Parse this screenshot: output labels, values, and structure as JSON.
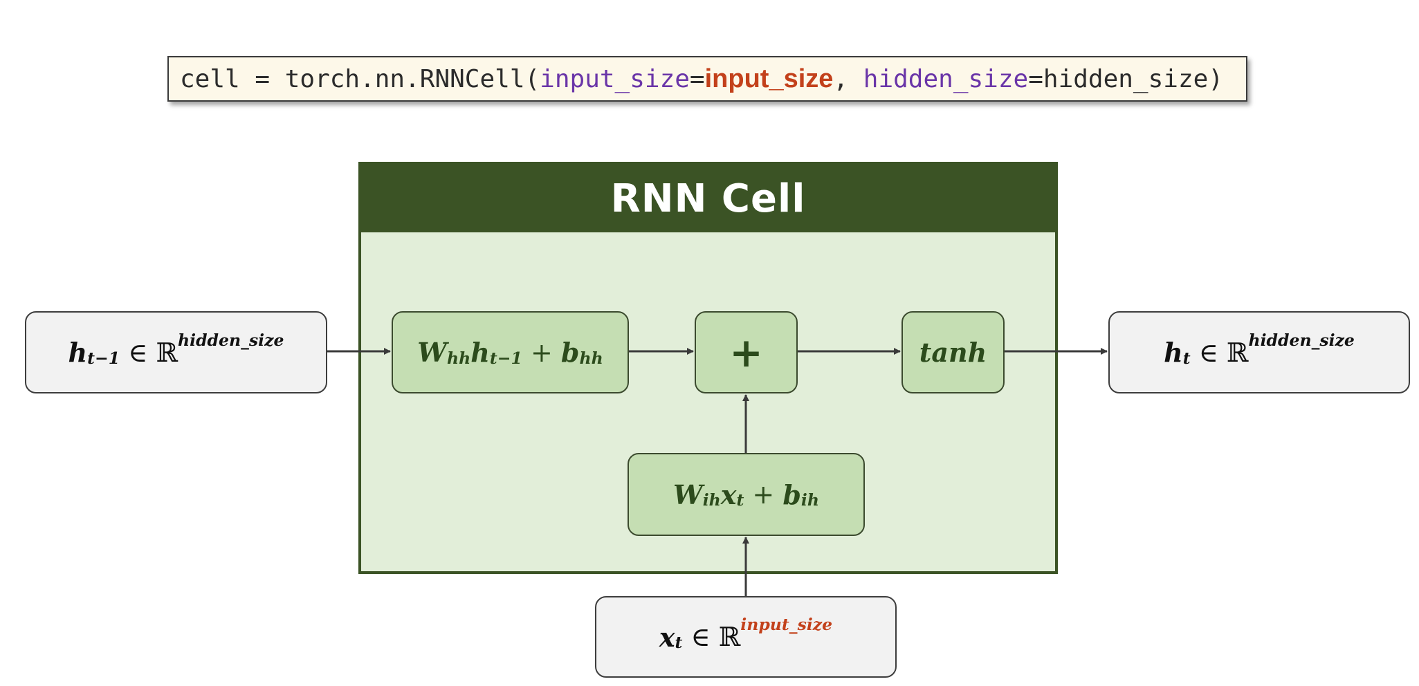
{
  "code_line": {
    "prefix": "cell = torch.nn.RNNCell(",
    "arg1_name": "input_size",
    "eq1": "=",
    "arg1_value": "input_size",
    "sep": ", ",
    "arg2_name": "hidden_size",
    "eq2": "=",
    "arg2_value": "hidden_size",
    "suffix": ")"
  },
  "cell": {
    "title": "RNN Cell",
    "hidden_block": {
      "w": "W",
      "w_sub": "hh",
      "h": "h",
      "h_sub": "t−1",
      "plus": " + ",
      "b": "b",
      "b_sub": "hh"
    },
    "sum_block": {
      "symbol": "+"
    },
    "activation_block": {
      "label": "tanh"
    },
    "input_block": {
      "w": "W",
      "w_sub": "ih",
      "x": "x",
      "x_sub": "t",
      "plus": " + ",
      "b": "b",
      "b_sub": "ih"
    }
  },
  "prev_hidden": {
    "var": "h",
    "sub": "t−1",
    "in": " ∈ ℝ",
    "sup": "hidden_size"
  },
  "next_hidden": {
    "var": "h",
    "sub": "t",
    "in": " ∈ ℝ",
    "sup": "hidden_size"
  },
  "input": {
    "var": "x",
    "sub": "t",
    "in": " ∈ ℝ",
    "sup": "input_size"
  },
  "colors": {
    "header_green": "#3b5325",
    "cell_background": "#e2eed9",
    "block_green": "#c5deb3",
    "highlight_red": "#c3411b",
    "param_purple": "#6a35a8",
    "code_background": "#fdf8e9"
  }
}
